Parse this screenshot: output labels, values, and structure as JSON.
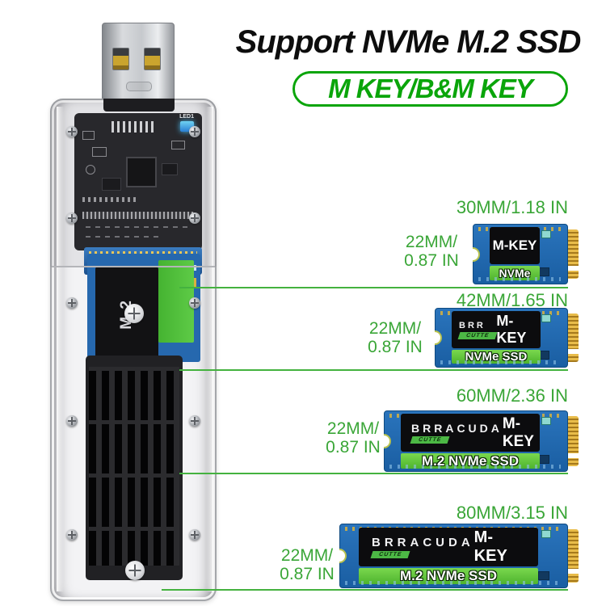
{
  "header": {
    "title": "Support NVMe M.2 SSD",
    "badge": "M KEY/B&M KEY"
  },
  "device": {
    "led_label": "LED1",
    "inserted_ssd_label": "M.2"
  },
  "ssds": [
    {
      "length_label": "30MM/1.18 IN",
      "width_line1": "22MM/",
      "width_line2": "0.87 IN",
      "key_label": "M-KEY",
      "strip_label": "NVMe"
    },
    {
      "length_label": "42MM/1.65 IN",
      "width_line1": "22MM/",
      "width_line2": "0.87 IN",
      "brand": "BRR",
      "badge": "CUTTE",
      "key_label": "M-KEY",
      "strip_label": "NVMe SSD"
    },
    {
      "length_label": "60MM/2.36 IN",
      "width_line1": "22MM/",
      "width_line2": "0.87 IN",
      "brand": "BRRACUDA",
      "badge": "CUTTE",
      "key_label": "M-KEY",
      "strip_label": "M.2 NVMe SSD"
    },
    {
      "length_label": "80MM/3.15 IN",
      "width_line1": "22MM/",
      "width_line2": "0.87 IN",
      "brand": "BRRACUDA",
      "badge": "CUTTE",
      "key_label": "M-KEY",
      "strip_label": "M.2 NVMe SSD"
    }
  ],
  "colors": {
    "badge_green": "#0aa50a",
    "annotation_green": "#3aa637",
    "leader_line_green": "#44b23f",
    "ssd_strip_green": "#5ecb47",
    "pcb_blue": "#1e68b0",
    "gold": "#dfae3c",
    "label_black": "#0c0c0e"
  }
}
